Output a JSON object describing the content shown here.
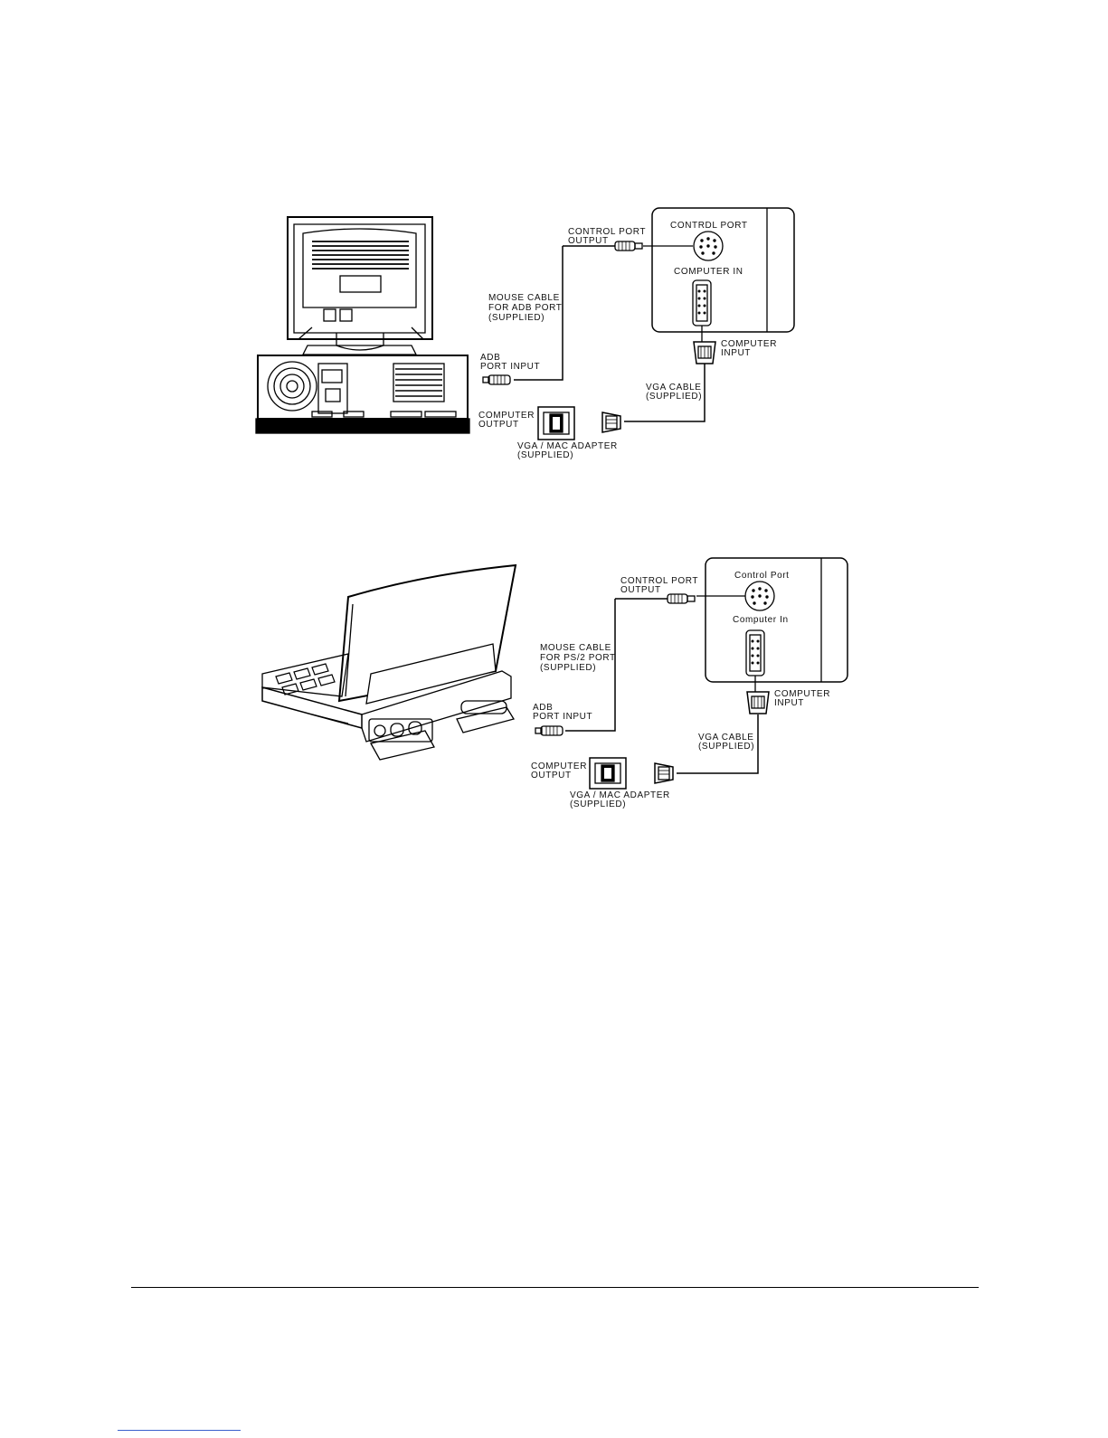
{
  "diagram1": {
    "control_port_output": [
      "CONTROL PORT",
      "OUTPUT"
    ],
    "mouse_cable": [
      "MOUSE CABLE",
      "FOR ADB PORT",
      "(SUPPLIED)"
    ],
    "adb_port_input": [
      "ADB",
      "PORT INPUT"
    ],
    "computer_output": [
      "COMPUTER",
      "OUTPUT"
    ],
    "adapter": [
      "VGA / MAC ADAPTER",
      "(SUPPLIED)"
    ],
    "vga_cable": [
      "VGA CABLE",
      "(SUPPLIED)"
    ],
    "computer_input": [
      "COMPUTER",
      "INPUT"
    ],
    "panel_control_port": "CONTRDL PORT",
    "panel_computer_in": "COMPUTER IN"
  },
  "diagram2": {
    "control_port_output": [
      "CONTROL PORT",
      "OUTPUT"
    ],
    "mouse_cable": [
      "MOUSE CABLE",
      "FOR PS/2 PORT",
      "(SUPPLIED)"
    ],
    "adb_port_input": [
      "ADB",
      "PORT INPUT"
    ],
    "computer_output": [
      "COMPUTER",
      "OUTPUT"
    ],
    "adapter": [
      "VGA / MAC ADAPTER",
      "(SUPPLIED)"
    ],
    "vga_cable": [
      "VGA CABLE",
      "(SUPPLIED)"
    ],
    "computer_input": [
      "COMPUTER",
      "INPUT"
    ],
    "panel_control_port": "Control Port",
    "panel_computer_in": "Computer In"
  }
}
